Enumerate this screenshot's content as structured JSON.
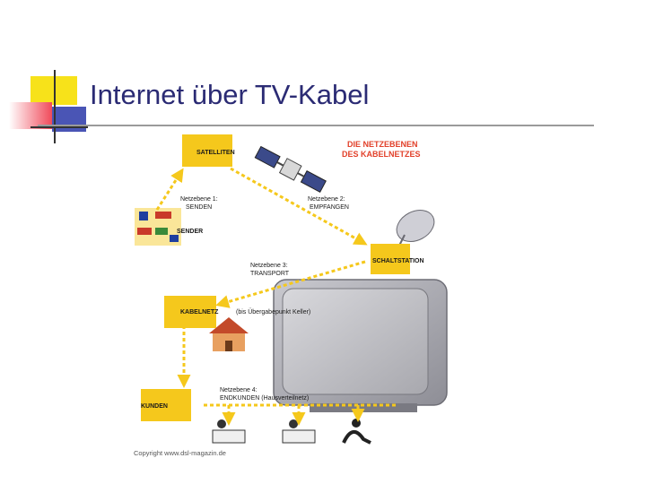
{
  "slide": {
    "title": "Internet über TV-Kabel"
  },
  "diagram": {
    "heading_line1": "DIE NETZEBENEN",
    "heading_line2": "DES KABELNETZES",
    "boxes": {
      "satelliten": "SATELLITEN",
      "sender": "SENDER",
      "schaltstation": "SCHALTSTATION",
      "kabelnetz": "KABELNETZ",
      "kabelnetz_note": "(bis Übergabepunkt Keller)",
      "kunden": "KUNDEN"
    },
    "levels": {
      "n1_title": "Netzebene 1:",
      "n1_desc": "SENDEN",
      "n2_title": "Netzebene 2:",
      "n2_desc": "EMPFANGEN",
      "n3_title": "Netzebene 3:",
      "n3_desc": "TRANSPORT",
      "n4_title": "Netzebene 4:",
      "n4_desc": "ENDKUNDEN (Hausverteilnetz)"
    },
    "copyright": "Copyright www.dsl-magazin.de"
  },
  "colors": {
    "accent_yellow": "#f7e21a",
    "accent_red": "#f04a5a",
    "accent_blue": "#4a55b5",
    "title_text": "#2b2b74",
    "heading_red": "#e2402a",
    "box_yellow": "#f5c81c"
  }
}
